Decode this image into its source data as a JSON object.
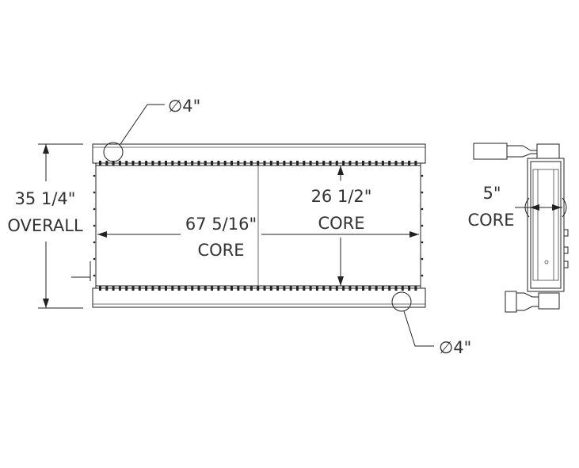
{
  "labels": {
    "inlet_diameter": "∅4\"",
    "outlet_diameter": "∅4\"",
    "overall_height_value": "35 1/4\"",
    "overall_height_label": "OVERALL",
    "core_width_value": "67 5/16\"",
    "core_width_label": "CORE",
    "core_height_value": "26 1/2\"",
    "core_height_label": "CORE",
    "core_depth_value": "5\"",
    "core_depth_label": "CORE"
  },
  "colors": {
    "line": "#222222",
    "text": "#333333"
  }
}
